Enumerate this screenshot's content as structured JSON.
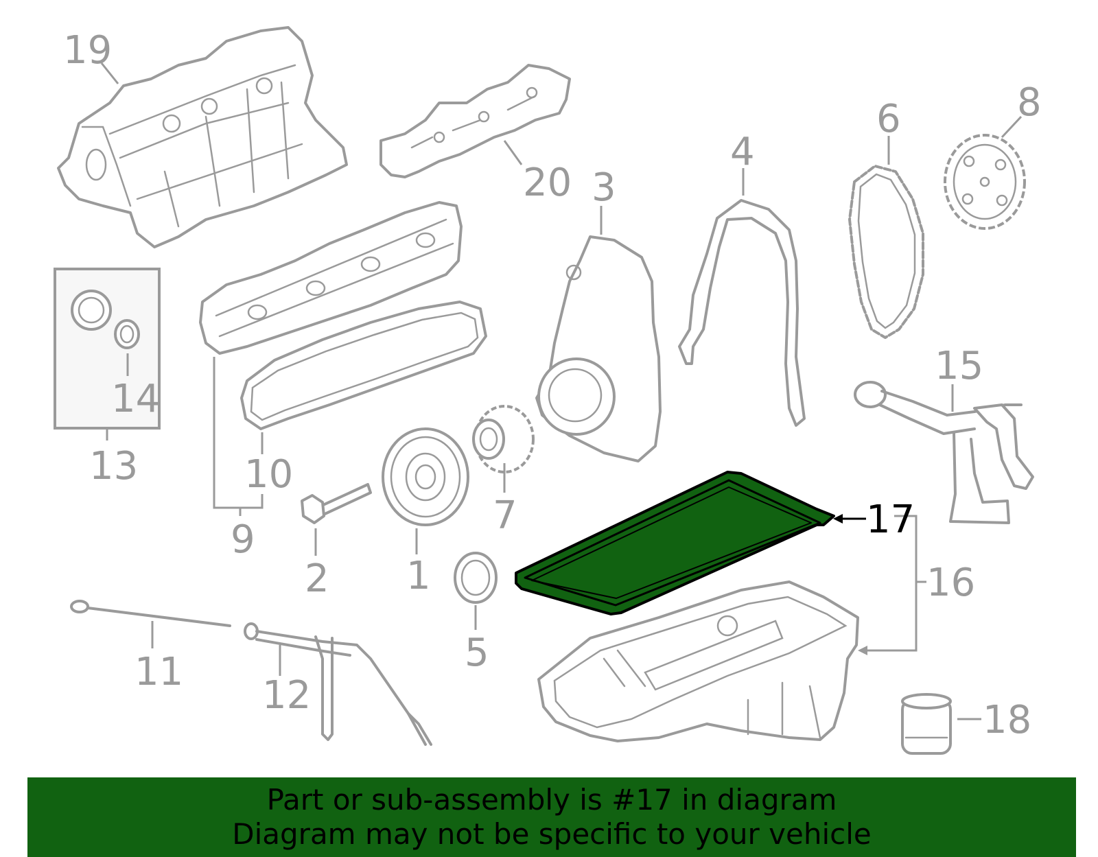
{
  "diagram": {
    "highlight_color": "#116211",
    "highlighted_part": "17",
    "labels": {
      "p1": "1",
      "p2": "2",
      "p3": "3",
      "p4": "4",
      "p5": "5",
      "p6": "6",
      "p7": "7",
      "p8": "8",
      "p9": "9",
      "p10": "10",
      "p11": "11",
      "p12": "12",
      "p13": "13",
      "p14": "14",
      "p15": "15",
      "p16": "16",
      "p17": "17",
      "p18": "18",
      "p19": "19",
      "p20": "20"
    }
  },
  "banner": {
    "line1": "Part or sub-assembly is #17 in diagram",
    "line2": "Diagram may not be specific to your vehicle",
    "background": "#116211"
  }
}
